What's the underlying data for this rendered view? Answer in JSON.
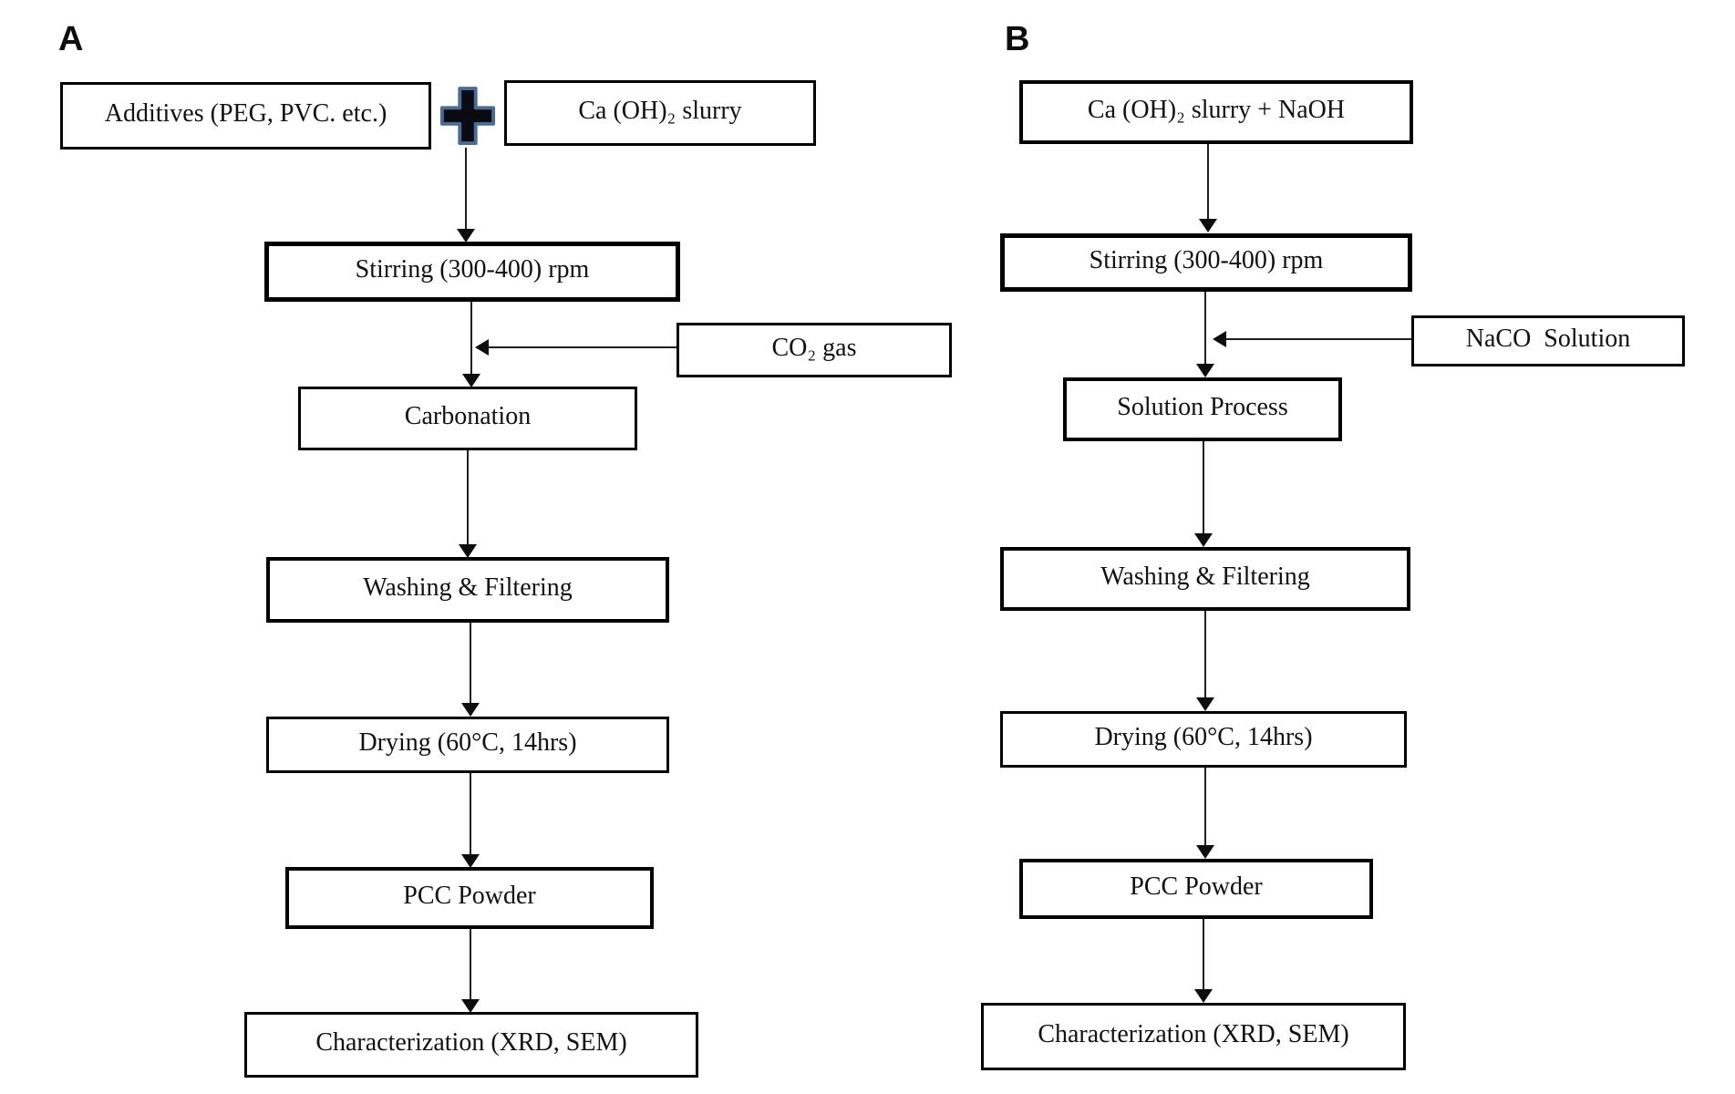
{
  "diagram": {
    "panel_a": {
      "label": "A",
      "additives": "Additives (PEG, PVC. etc.)",
      "slurry": "Ca (OH)₂ slurry",
      "stirring": "Stirring (300-400) rpm",
      "co2_gas": "CO₂ gas",
      "carbonation": "Carbonation",
      "washing": "Washing & Filtering",
      "drying": "Drying (60°C, 14hrs)",
      "pcc_powder": "PCC Powder",
      "characterization": "Characterization (XRD, SEM)"
    },
    "panel_b": {
      "label": "B",
      "slurry_naoh": "Ca (OH)₂ slurry + NaOH",
      "stirring": "Stirring (300-400) rpm",
      "naco_solution": "NaCO  Solution",
      "solution_process": "Solution Process",
      "washing": "Washing & Filtering",
      "drying": "Drying (60°C, 14hrs)",
      "pcc_powder": "PCC Powder",
      "characterization": "Characterization (XRD, SEM)"
    },
    "colors": {
      "box_border": "#000000",
      "box_fill": "#ffffff",
      "line": "#1f1f1f",
      "plus_fill": "#0a0a12",
      "plus_outline": "#4a6b94",
      "background": "#ffffff",
      "text": "#111111"
    }
  }
}
